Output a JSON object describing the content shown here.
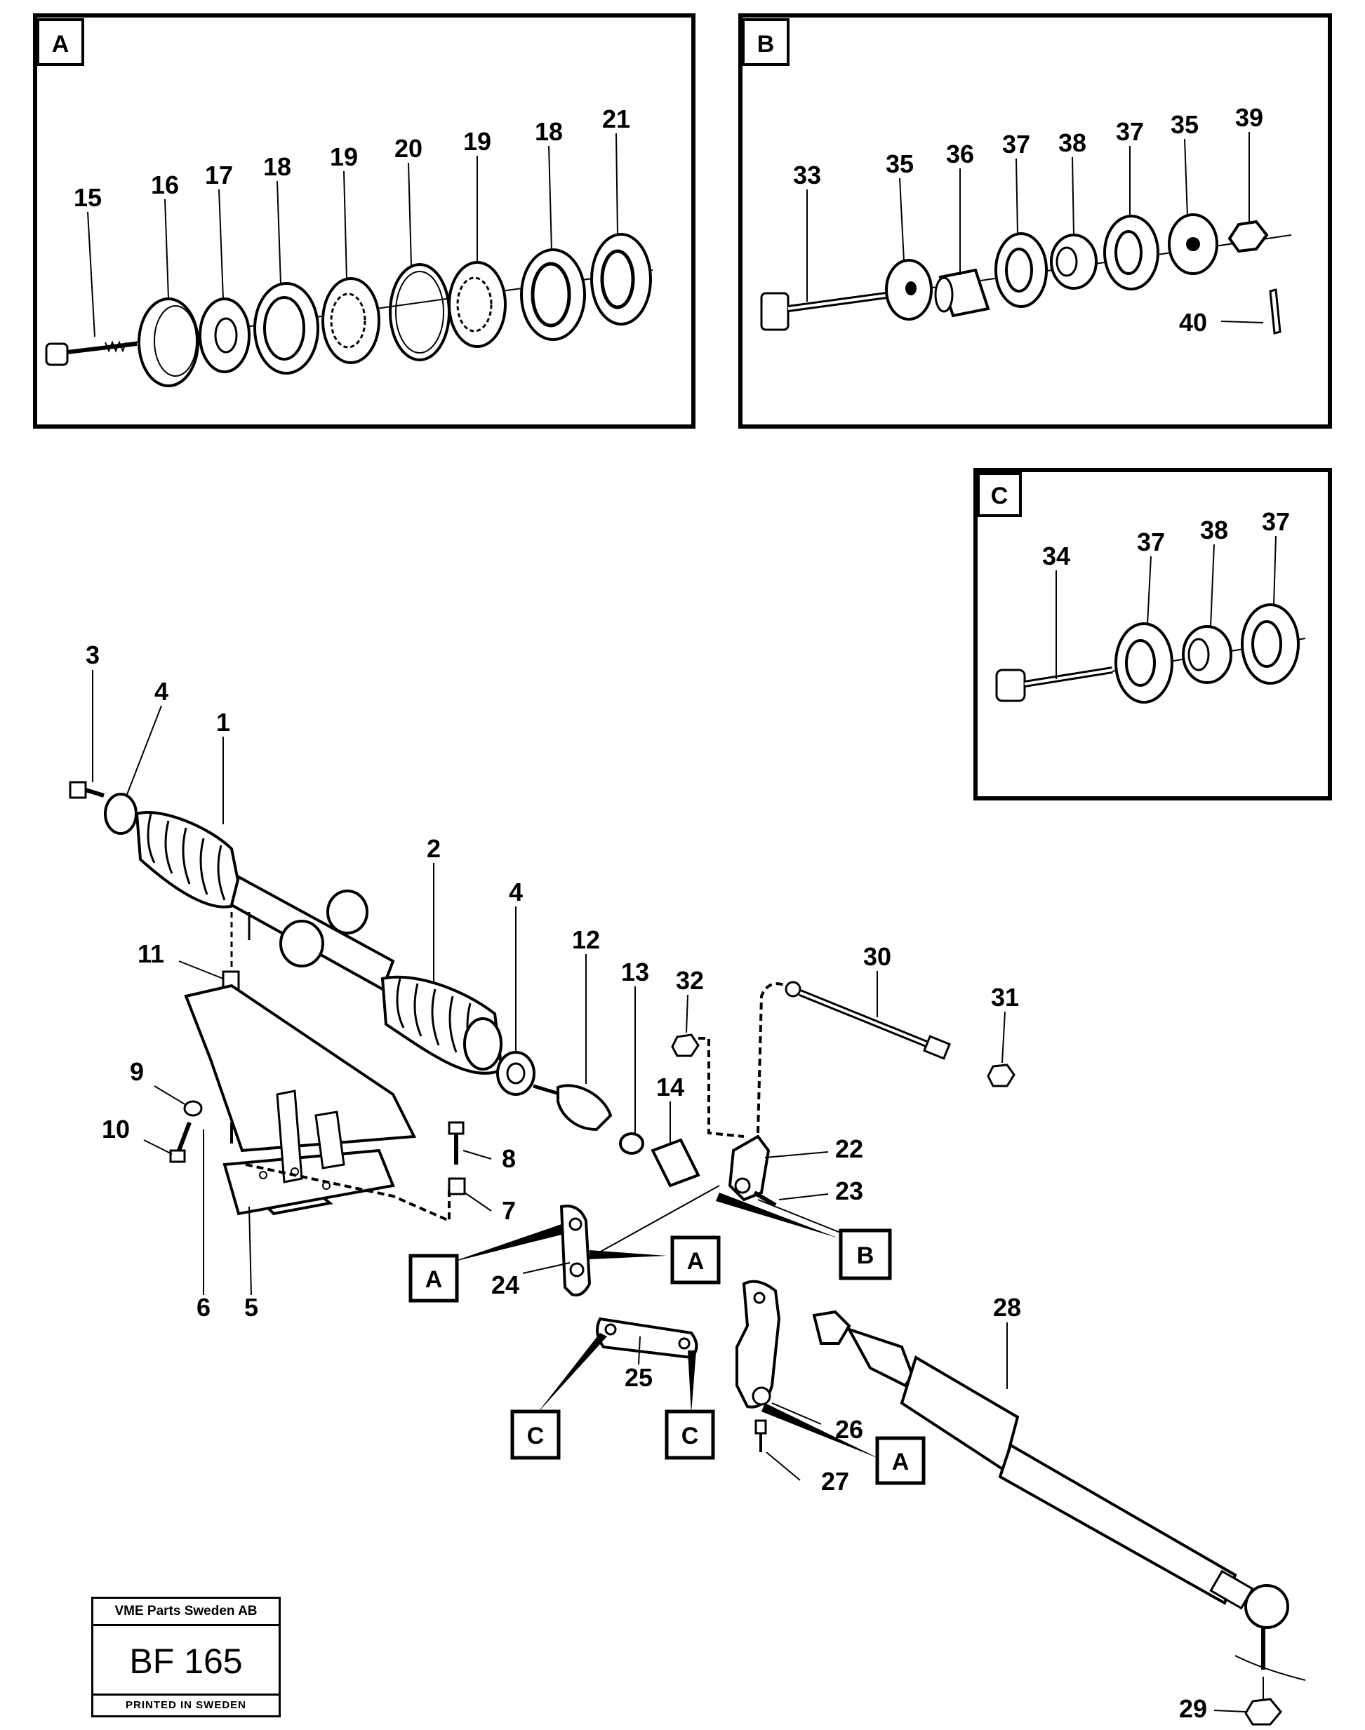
{
  "insets": {
    "A": {
      "label": "A",
      "parts": [
        "15",
        "16",
        "17",
        "18",
        "19",
        "20",
        "19",
        "18",
        "21"
      ]
    },
    "B": {
      "label": "B",
      "parts": [
        "33",
        "35",
        "36",
        "37",
        "38",
        "37",
        "35",
        "39",
        "40"
      ]
    },
    "C": {
      "label": "C",
      "parts": [
        "34",
        "37",
        "38",
        "37"
      ]
    }
  },
  "main_parts": [
    "3",
    "4",
    "1",
    "2",
    "4",
    "12",
    "13",
    "32",
    "30",
    "31",
    "14",
    "22",
    "23",
    "11",
    "9",
    "10",
    "8",
    "7",
    "6",
    "5",
    "24",
    "25",
    "26",
    "27",
    "28",
    "29"
  ],
  "callouts": [
    "A",
    "A",
    "B",
    "C",
    "C",
    "A"
  ],
  "stamp": {
    "company": "VME Parts Sweden AB",
    "code": "BF 165",
    "printed": "PRINTED IN SWEDEN"
  }
}
